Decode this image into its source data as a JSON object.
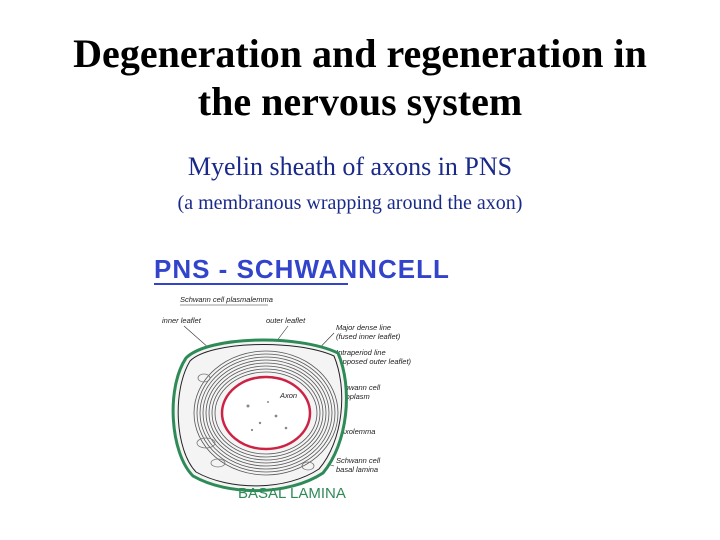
{
  "title": {
    "line1": "Degeneration and regeneration in",
    "line2": "the nervous system"
  },
  "subtitle": "Myelin sheath of axons in PNS",
  "subnote": "(a membranous wrapping around the axon)",
  "figure": {
    "heading": {
      "part1": "PNS - SCHWANN",
      "part2": "CELL"
    },
    "labels": {
      "schwann_plasmalemma": "Schwann cell plasmalemma",
      "inner_leaflet": "inner leaflet",
      "outer_leaflet": "outer leaflet",
      "major_dense_1": "Major dense line",
      "major_dense_2": "(fused inner leaflet)",
      "intraperiod_1": "Intraperiod line",
      "intraperiod_2": "(opposed outer leaflet)",
      "axon": "Axon",
      "schwann_cytoplasm_1": "Schwann cell",
      "schwann_cytoplasm_2": "cytoplasm",
      "axolemma": "Axolemma",
      "basal_1": "Schwann cell",
      "basal_2": "basal lamina"
    },
    "caption": "BASAL LAMINA",
    "colors": {
      "heading": "#3344cc",
      "axon_ring": "#cc2244",
      "basal_lamina": "#2e8b57",
      "caption": "#2e8b57"
    }
  }
}
